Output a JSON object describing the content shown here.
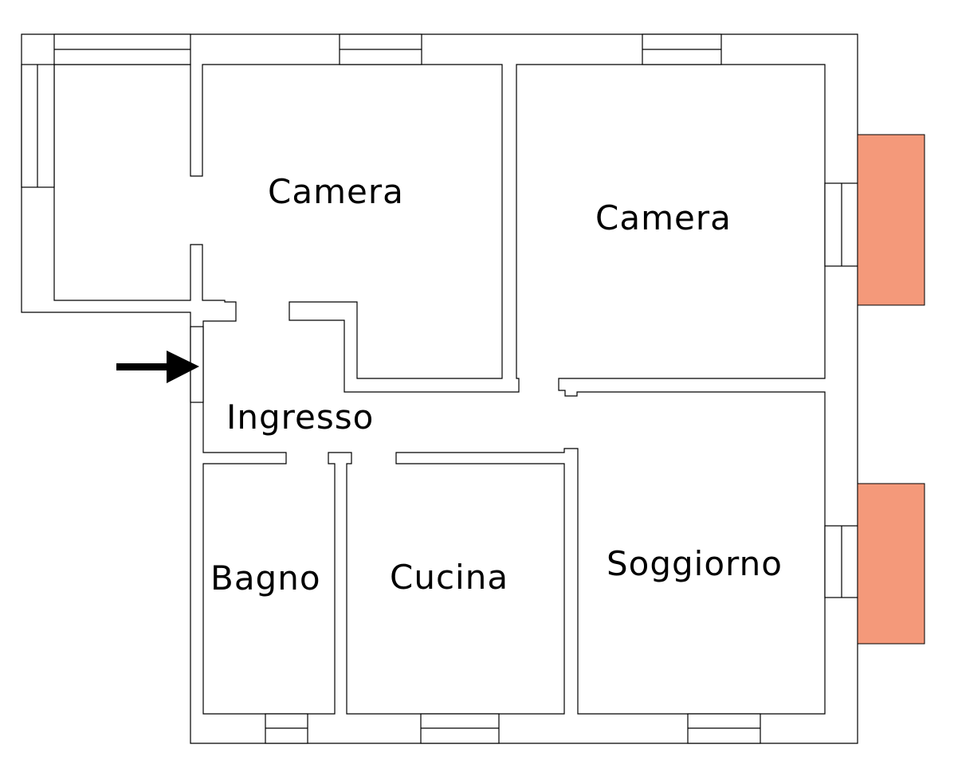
{
  "rooms": {
    "camera_1": "Camera",
    "camera_2": "Camera",
    "ingresso": "Ingresso",
    "bagno": "Bagno",
    "cucina": "Cucina",
    "soggiorno": "Soggiorno"
  },
  "colors": {
    "balcony": "#F4997A",
    "wall_fill": "#FFFFFF",
    "line": "#000000"
  },
  "icons": {
    "entrance": "arrow-right-icon"
  }
}
